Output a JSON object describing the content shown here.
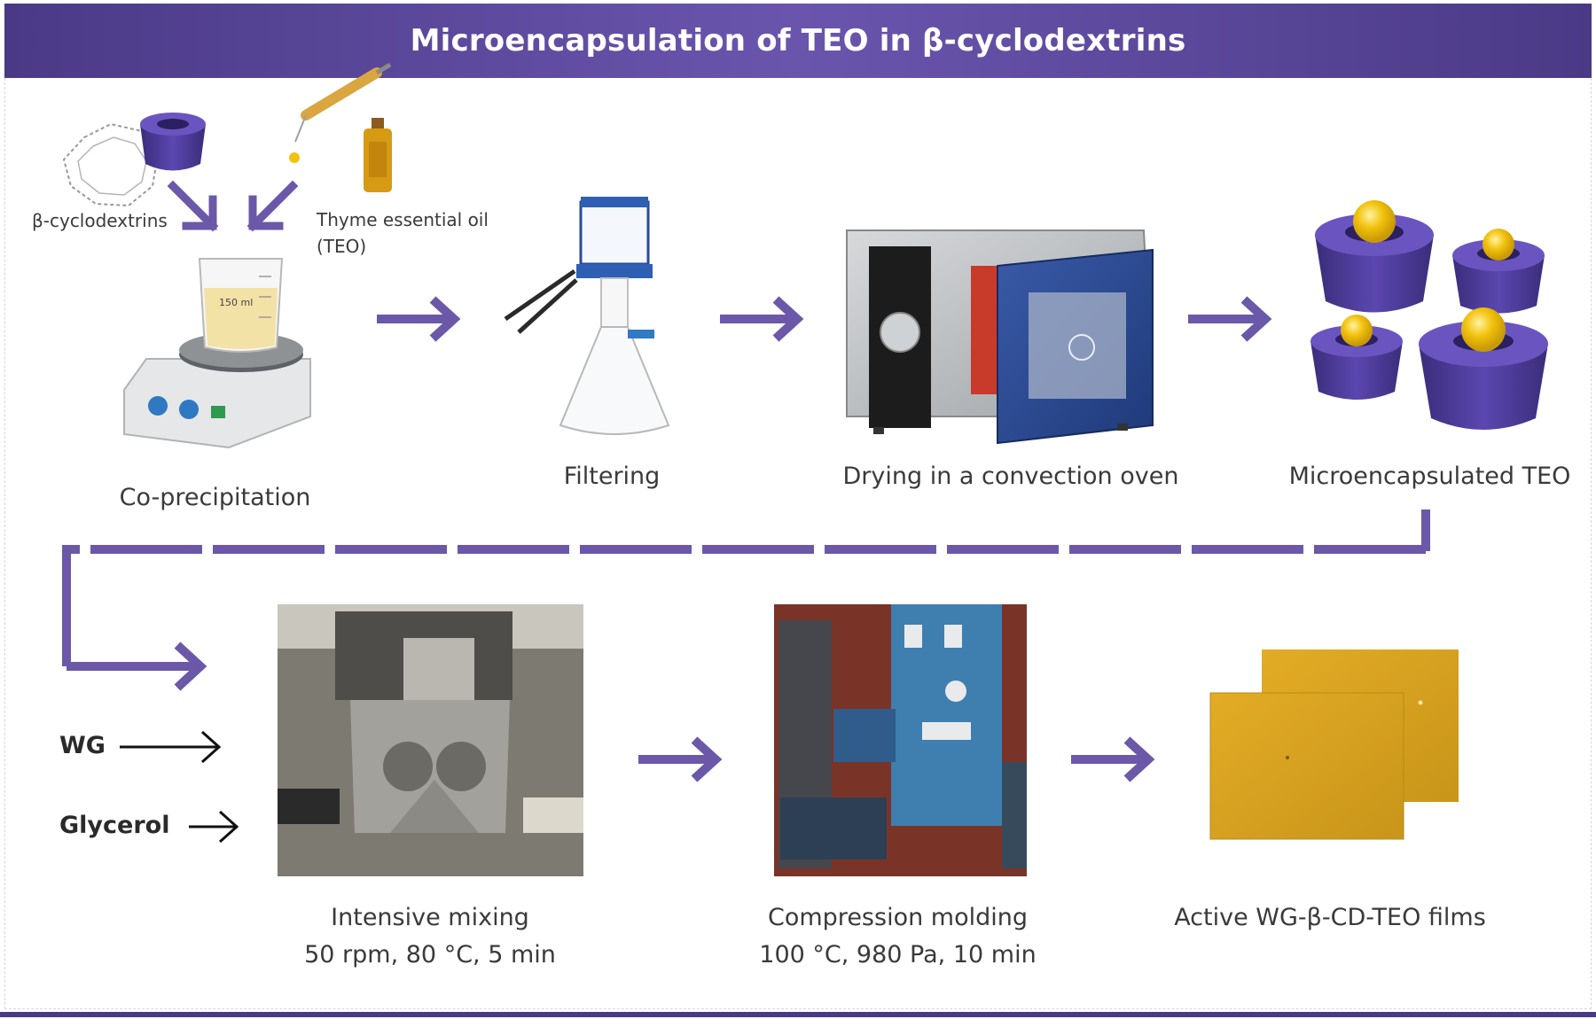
{
  "title": "Microencapsulation of TEO in  β-cyclodextrins",
  "top_row": {
    "cyclodextrin_label": "β-cyclodextrins",
    "teo_label": "Thyme essential oil",
    "teo_abbr": "(TEO)",
    "beaker_marking": "150 ml",
    "steps": [
      "Co-precipitation",
      "Filtering",
      "Drying in a convection oven",
      "Microencapsulated TEO"
    ]
  },
  "bottom_row": {
    "inputs": [
      "WG",
      "Glycerol"
    ],
    "steps": [
      {
        "line1": "Intensive mixing",
        "line2": "50 rpm, 80 °C, 5 min"
      },
      {
        "line1": "Compression molding",
        "line2": "100 °C, 980 Pa, 10 min"
      },
      {
        "line1": "Active WG-β-CD-TEO films",
        "line2": ""
      }
    ]
  },
  "colors": {
    "accent": "#6b58a8",
    "banner": "#5a4898",
    "film": "#d9a41e",
    "oil": "#f2c20e"
  }
}
